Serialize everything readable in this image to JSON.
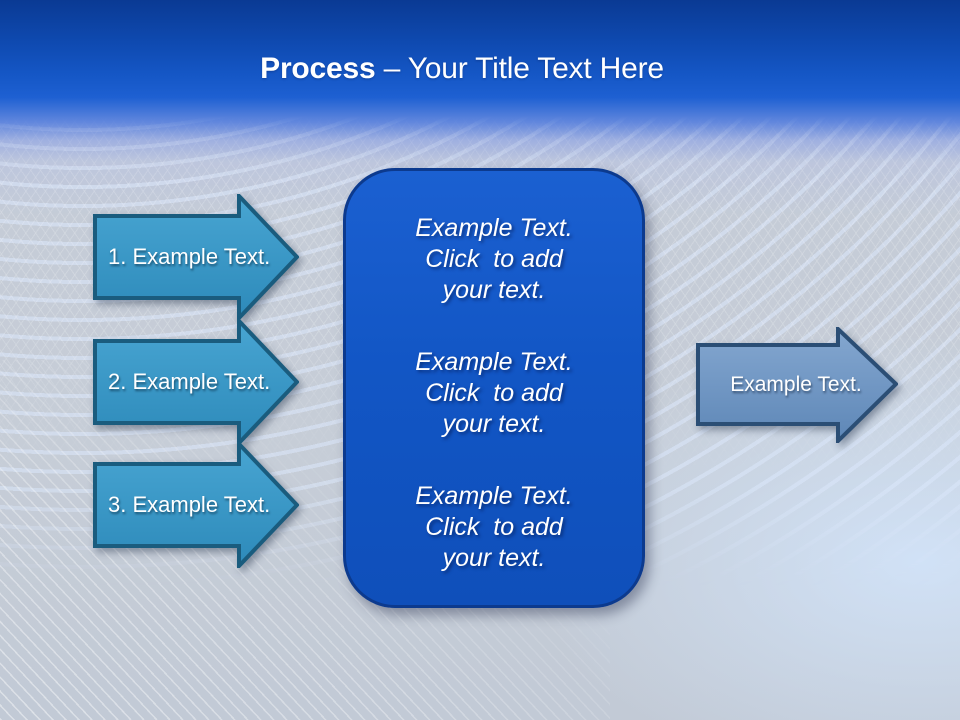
{
  "slide": {
    "title": {
      "bold_text": "Process",
      "regular_text": " – Your Title Text Here"
    },
    "steps": [
      {
        "label": "1. Example Text."
      },
      {
        "label": "2. Example Text."
      },
      {
        "label": "3. Example Text."
      }
    ],
    "panel": {
      "items": [
        {
          "text": "Example Text.\nClick  to add\nyour text."
        },
        {
          "text": "Example Text.\nClick  to add\nyour text."
        },
        {
          "text": "Example Text.\nClick  to add\nyour text."
        }
      ]
    },
    "result_arrow": {
      "label": "Example Text."
    },
    "colors": {
      "header_blue_top": "#0a3a94",
      "header_blue_bottom": "#1e60d2",
      "background_light": "#c6cdd7",
      "panel_fill": "#1256c5",
      "panel_border": "#0c3a8e",
      "step_arrow_fill": "#3797c4",
      "step_arrow_border": "#1a5c7e",
      "result_arrow_fill": "#7299c6",
      "result_arrow_border": "#2b4e75",
      "text_white": "#ffffff"
    }
  }
}
